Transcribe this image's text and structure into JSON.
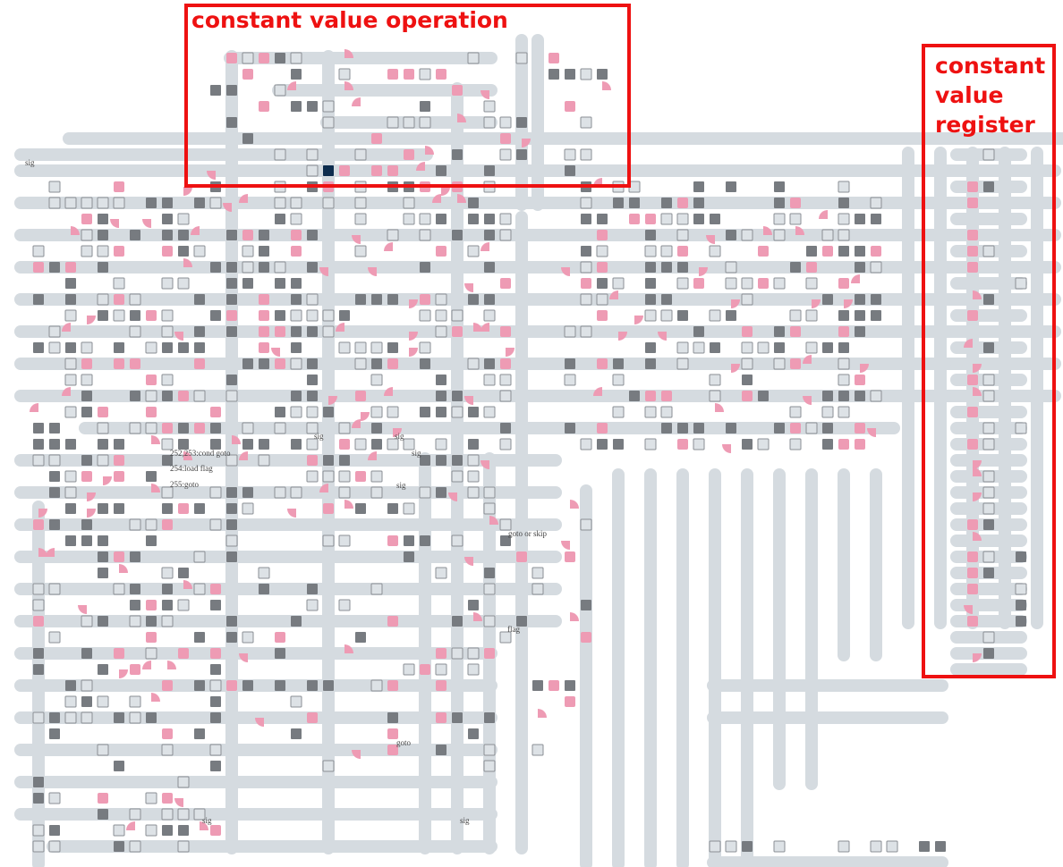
{
  "annotations": {
    "operation_label": "constant value operation",
    "register_label": "constant\nvalue\nregister"
  },
  "cell_labels": {
    "sig_1": "sig",
    "sig_2": "sig",
    "sig_3": "sig",
    "sig_4": "sig",
    "sig_5": "sig",
    "sig_6": "sig",
    "sig_7": "sig",
    "cond_goto": "252,253:cond goto",
    "load_flag": "254:load flag",
    "goto_255": "255:goto",
    "goto_or_skip": "goto or skip",
    "flag": "flag",
    "goto_bottom": "goto"
  },
  "colors": {
    "wire": "#d5dbe0",
    "cell_dark": "#777b80",
    "cell_light": "#dde2e6",
    "cell_light_border": "#8a8f94",
    "pink": "#ee9bb4",
    "selected": "#0e2d4e",
    "annotation": "#ee1111"
  }
}
